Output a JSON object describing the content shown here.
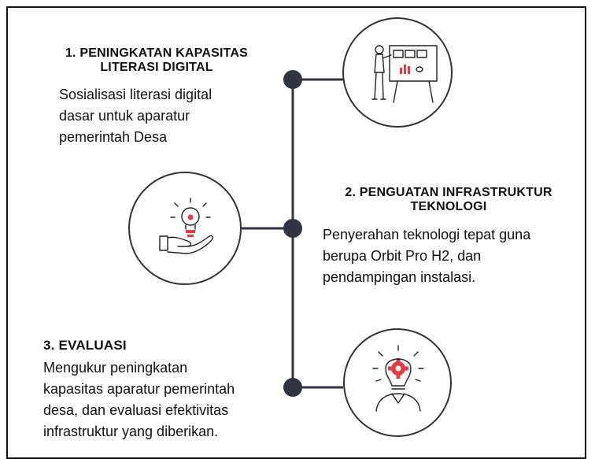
{
  "steps": [
    {
      "title_lines": [
        "1. PENINGKATAN KAPASITAS",
        "LITERASI DIGITAL"
      ],
      "desc_lines": [
        "Sosialisasi literasi digital",
        "dasar untuk aparatur",
        "pemerintah Desa"
      ],
      "icon": "presentation-board-icon"
    },
    {
      "title_lines": [
        "2. PENGUATAN INFRASTRUKTUR",
        "TEKNOLOGI"
      ],
      "desc_lines": [
        "Penyerahan teknologi tepat guna",
        "berupa Orbit Pro H2, dan",
        "pendampingan instalasi."
      ],
      "icon": "idea-hand-icon"
    },
    {
      "title_lines": [
        "3. EVALUASI"
      ],
      "desc_lines": [
        "Mengukur peningkatan",
        "kapasitas aparatur pemerintah",
        "desa, dan evaluasi efektivitas",
        "infrastruktur yang diberikan."
      ],
      "icon": "gear-head-icon"
    }
  ],
  "colors": {
    "timeline": "#303645",
    "accent": "#e53b45",
    "text": "#111111"
  }
}
